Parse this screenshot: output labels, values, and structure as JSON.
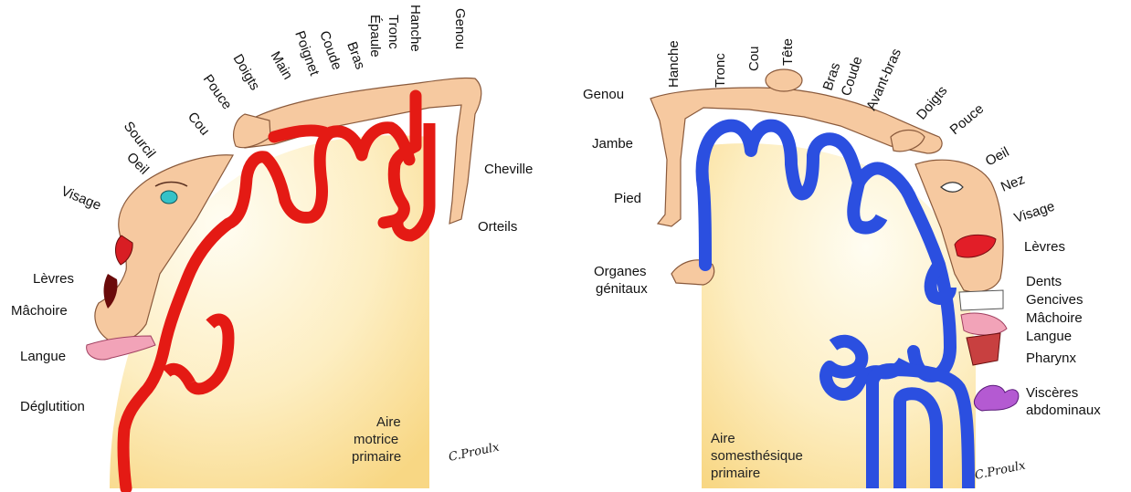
{
  "colors": {
    "motor_cortex": "#e41a14",
    "sensory_cortex": "#2b4fe0",
    "brain_fill": "#fbe4a6",
    "skin": "#f6c9a0",
    "lips": "#d81e24",
    "tongue": "#f2a3b8",
    "viscera": "#b45ad2",
    "eye": "#35c2c8"
  },
  "signature": "C.Proulx",
  "motor": {
    "caption": [
      "Aire",
      "motrice",
      "primaire"
    ],
    "labels": {
      "genou": "Genou",
      "hanche": "Hanche",
      "tronc": "Tronc",
      "epaule": "Épaule",
      "bras": "Bras",
      "coude": "Coude",
      "poignet": "Poignet",
      "main": "Main",
      "doigts": "Doigts",
      "pouce": "Pouce",
      "cou": "Cou",
      "sourcil": "Sourcil",
      "oeil": "Oeil",
      "visage": "Visage",
      "cheville": "Cheville",
      "orteils": "Orteils",
      "levres": "Lèvres",
      "machoire": "Mâchoire",
      "langue": "Langue",
      "deglutition": "Déglutition"
    }
  },
  "sensory": {
    "caption": [
      "Aire",
      "somesthésique",
      "primaire"
    ],
    "labels": {
      "hanche": "Hanche",
      "tronc": "Tronc",
      "cou": "Cou",
      "tete": "Tête",
      "bras": "Bras",
      "coude": "Coude",
      "avantbras": "Avant-bras",
      "doigts": "Doigts",
      "pouce": "Pouce",
      "oeil": "Oeil",
      "nez": "Nez",
      "visage": "Visage",
      "genou": "Genou",
      "jambe": "Jambe",
      "pied": "Pied",
      "organes1": "Organes",
      "organes2": "génitaux",
      "levres": "Lèvres",
      "dents": "Dents",
      "gencives": "Gencives",
      "machoire": "Mâchoire",
      "langue": "Langue",
      "pharynx": "Pharynx",
      "visceres1": "Viscères",
      "visceres2": "abdominaux"
    }
  }
}
